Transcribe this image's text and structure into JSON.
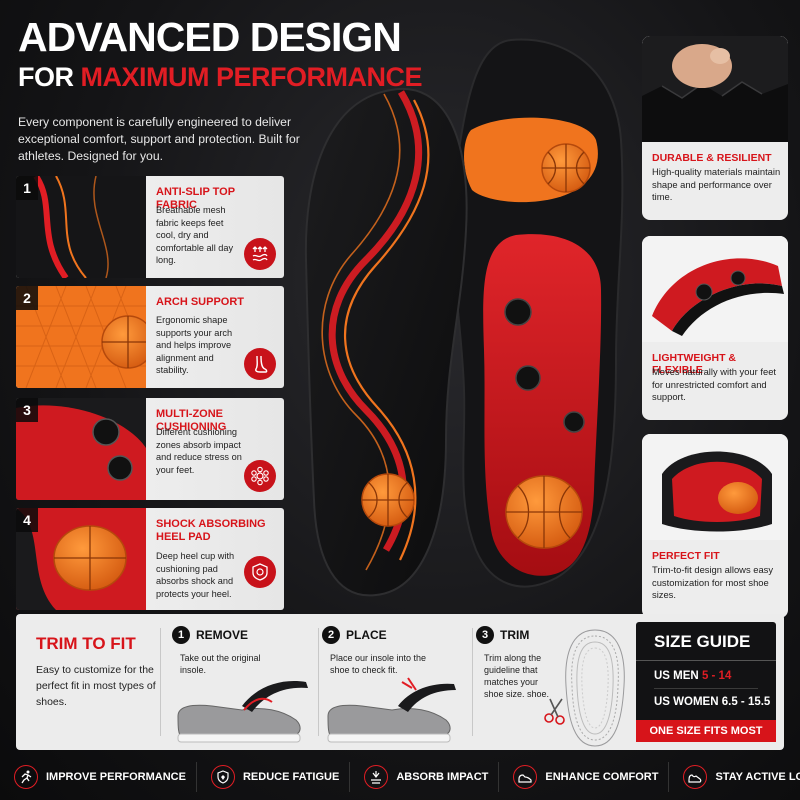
{
  "header": {
    "title_line1": "ADVANCED DESIGN",
    "title_line2_white": "FOR",
    "title_line2_red": "MAXIMUM PERFORMANCE",
    "intro": "Every component is carefully engineered to deliver exceptional comfort, support and protection. Built for athletes. Designed for you."
  },
  "left_features": [
    {
      "number": "1",
      "title": "ANTI-SLIP TOP FABRIC",
      "desc": "Breathable mesh fabric keeps feet cool, dry and comfortable all day long.",
      "icon": "breathable-airflow-icon"
    },
    {
      "number": "2",
      "title": "ARCH SUPPORT",
      "desc": "Ergonomic shape supports your arch and helps improve alignment and stability.",
      "icon": "foot-arch-icon"
    },
    {
      "number": "3",
      "title": "MULTI-ZONE CUSHIONING",
      "desc": "Different cushioning zones absorb impact and reduce stress on your feet.",
      "icon": "hexagon-zones-icon"
    },
    {
      "number": "4",
      "title": "SHOCK ABSORBING HEEL PAD",
      "desc": "Deep heel cup with cushioning pad absorbs shock and protects your heel.",
      "icon": "shock-heel-icon"
    }
  ],
  "right_features": [
    {
      "title": "DURABLE & RESILIENT",
      "desc": "High-quality materials maintain shape and performance over time."
    },
    {
      "title": "LIGHTWEIGHT & FLEXIBLE",
      "desc": "Moves naturally with your feet for unrestricted comfort and support."
    },
    {
      "title": "PERFECT FIT",
      "desc": "Trim-to-fit design allows easy customization for most shoe sizes."
    }
  ],
  "trim": {
    "title": "TRIM TO FIT",
    "desc": "Easy to customize for the perfect fit in most types of shoes.",
    "steps": [
      {
        "number": "1",
        "label": "REMOVE",
        "desc": "Take out the original insole."
      },
      {
        "number": "2",
        "label": "PLACE",
        "desc": "Place our insole into the shoe to check fit."
      },
      {
        "number": "3",
        "label": "TRIM",
        "desc": "Trim along the guideline that matches your shoe size. shoe."
      }
    ]
  },
  "size_guide": {
    "title": "SIZE GUIDE",
    "men_label": "US MEN",
    "men_value": "5 - 14",
    "women_label": "US WOMEN",
    "women_value": "6.5 - 15.5",
    "footer": "ONE SIZE FITS MOST"
  },
  "benefits": [
    {
      "label": "IMPROVE PERFORMANCE",
      "icon": "runner-icon"
    },
    {
      "label": "REDUCE FATIGUE",
      "icon": "shield-icon"
    },
    {
      "label": "ABSORB IMPACT",
      "icon": "impact-icon"
    },
    {
      "label": "ENHANCE COMFORT",
      "icon": "shoe-icon"
    },
    {
      "label": "STAY ACTIVE LONGER",
      "icon": "sneaker-icon"
    }
  ],
  "colors": {
    "accent_red": "#d7141a",
    "dark": "#121214",
    "orange": "#f0741e",
    "panel": "#ececec"
  }
}
